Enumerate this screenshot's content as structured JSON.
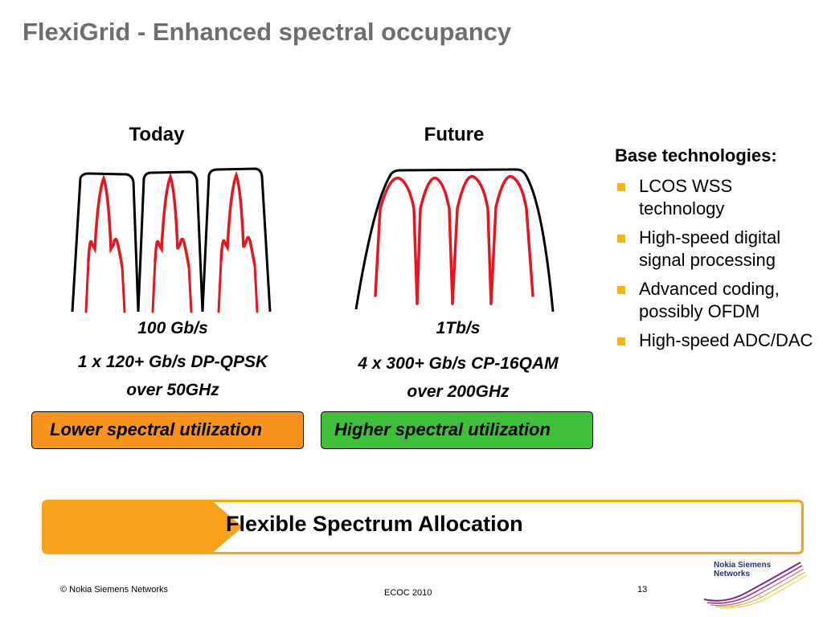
{
  "title": "FlexiGrid - Enhanced spectral occupancy",
  "today": {
    "heading": "Today",
    "rate": "100 Gb/s",
    "config_line1": "1 x 120+ Gb/s DP-QPSK",
    "config_line2": "over 50GHz",
    "utilization": "Lower spectral utilization"
  },
  "future": {
    "heading": "Future",
    "rate": "1Tb/s",
    "config_line1": "4 x 300+ Gb/s CP-16QAM",
    "config_line2": "over 200GHz",
    "utilization": "Higher spectral utilization"
  },
  "side": {
    "heading": "Base technologies:",
    "bullets": [
      "LCOS WSS technology",
      "High-speed digital signal processing",
      "Advanced coding, possibly OFDM",
      "High-speed ADC/DAC"
    ]
  },
  "banner": {
    "text": "Flexible Spectrum Allocation"
  },
  "footer": {
    "copyright": "© Nokia Siemens Networks",
    "event": "ECOC  2010",
    "page": "13",
    "logo_line1": "Nokia Siemens",
    "logo_line2": "Networks"
  },
  "colors": {
    "title": "#6e6e6e",
    "signal": "#e8141e",
    "filter": "#000000",
    "lower_box": "#f7941d",
    "higher_box": "#3fbf3a",
    "bullet": "#f7b514",
    "banner": "#f7a21a",
    "logo_wave": "#7a2a7e"
  }
}
